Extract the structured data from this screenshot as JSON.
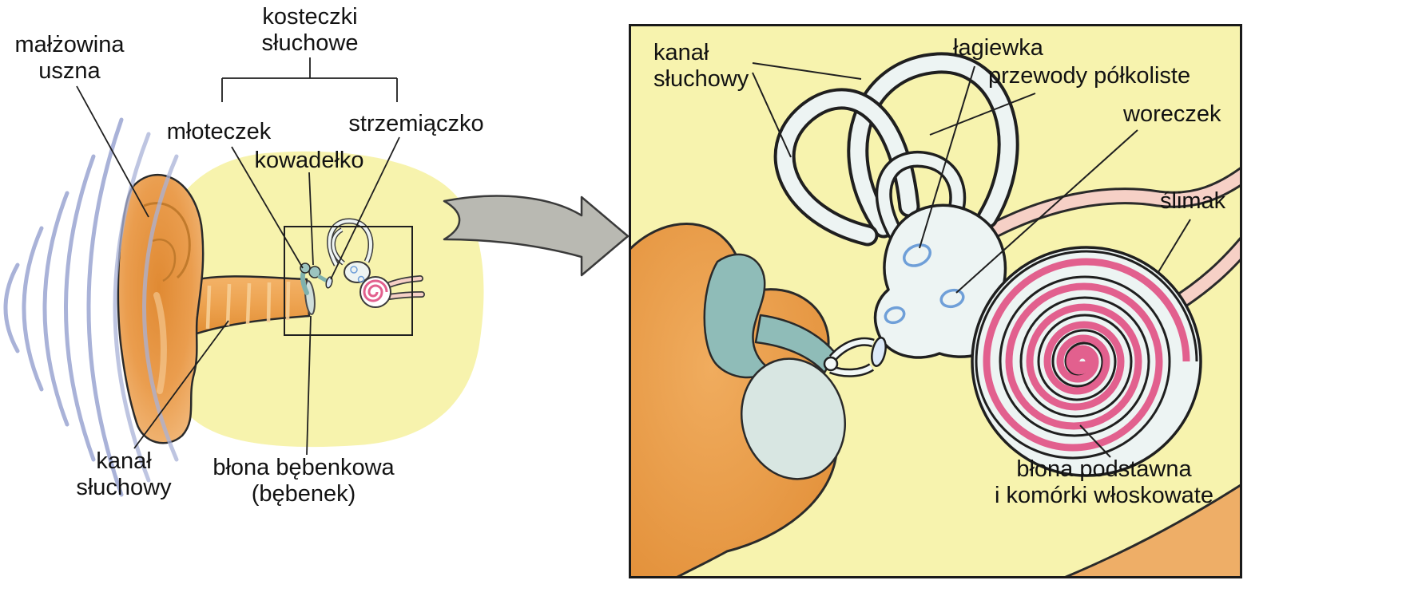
{
  "left_diagram": {
    "auricle": {
      "line1": "małżowina",
      "line2": "uszna"
    },
    "ossicles_group": {
      "line1": "kosteczki",
      "line2": "słuchowe"
    },
    "malleus": "młoteczek",
    "incus": "kowadełko",
    "stapes": "strzemiączko",
    "ear_canal": {
      "line1": "kanał",
      "line2": "słuchowy"
    },
    "eardrum": {
      "line1": "błona bębenkowa",
      "line2": "(bębenek)"
    }
  },
  "inset_panel": {
    "ear_canal": {
      "line1": "kanał",
      "line2": "słuchowy"
    },
    "utricle": "łagiewka",
    "semicircular_ducts": "przewody półkoliste",
    "saccule": "woreczek",
    "cochlea": "ślimak",
    "basilar_membrane": {
      "line1": "błona podstawna",
      "line2": "i komórki włoskowate"
    }
  },
  "colors": {
    "panel_background": "#f7f3ae",
    "head_backdrop_yellow": "#f7f3ad",
    "skin_orange": "#e8963f",
    "labyrinth_fill": "#edf4f3",
    "cochlea_pink": "#e2608e",
    "nerve_pink": "#f6d0c6",
    "ossicle_teal": "#8fbcb8",
    "sound_wave_blue": "#a9b2d8",
    "marker_blue": "#6f9fd8",
    "outline_black": "#1f1f1f"
  }
}
